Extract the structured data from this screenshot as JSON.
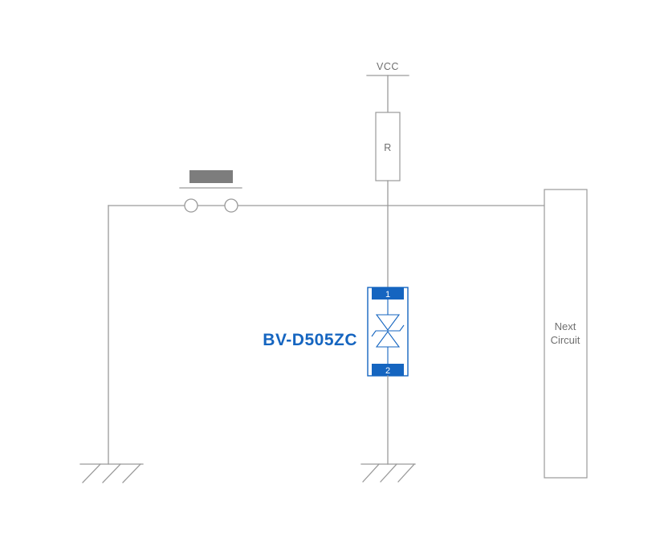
{
  "colors": {
    "wire": "#9a9a9a",
    "text": "#6f6f6f",
    "accent_blue": "#1565c0",
    "button_cap": "#7d7d7d",
    "background": "#ffffff"
  },
  "diagram": {
    "power_label": "VCC",
    "resistor_label": "R",
    "component_name": "BV-D505ZC",
    "pin1_label": "1",
    "pin2_label": "2",
    "next_circuit": {
      "line1": "Next",
      "line2": "Circuit"
    }
  }
}
